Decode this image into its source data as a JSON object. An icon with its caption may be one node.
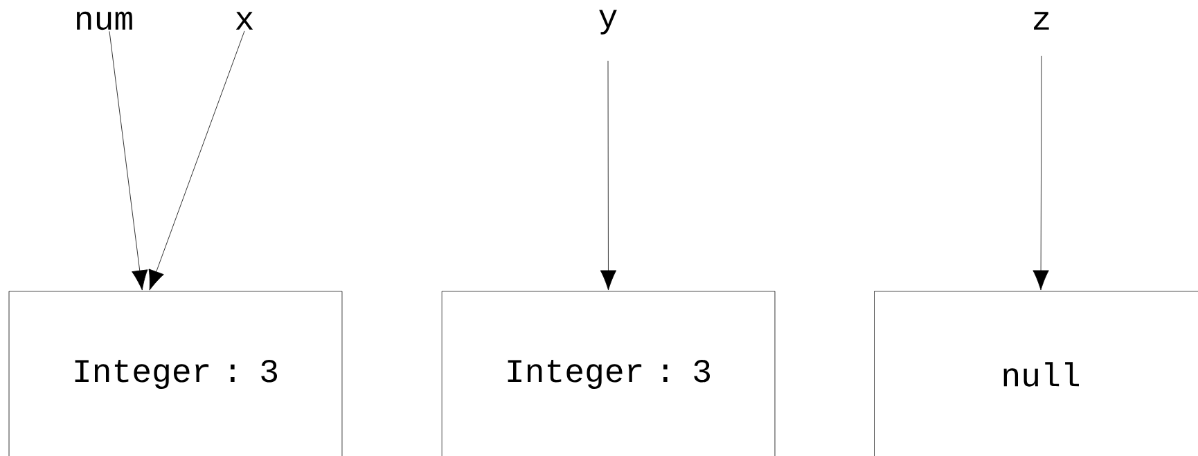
{
  "diagram": {
    "nodes": [
      {
        "text": [
          "num"
        ]
      },
      {
        "text": [
          "x"
        ]
      },
      {
        "text": [
          "y"
        ]
      },
      {
        "text": [
          "z"
        ]
      },
      {
        "text": [
          "Integer : 3"
        ]
      },
      {
        "text": [
          "Integer : 3"
        ]
      },
      {
        "text": [
          "null"
        ]
      }
    ],
    "edges": [
      {
        "from": 0,
        "to": 4,
        "arrow": "to"
      },
      {
        "from": 1,
        "to": 4,
        "arrow": "to"
      },
      {
        "from": 2,
        "to": 5,
        "arrow": "to"
      },
      {
        "from": 3,
        "to": 6,
        "arrow": "to"
      }
    ]
  }
}
